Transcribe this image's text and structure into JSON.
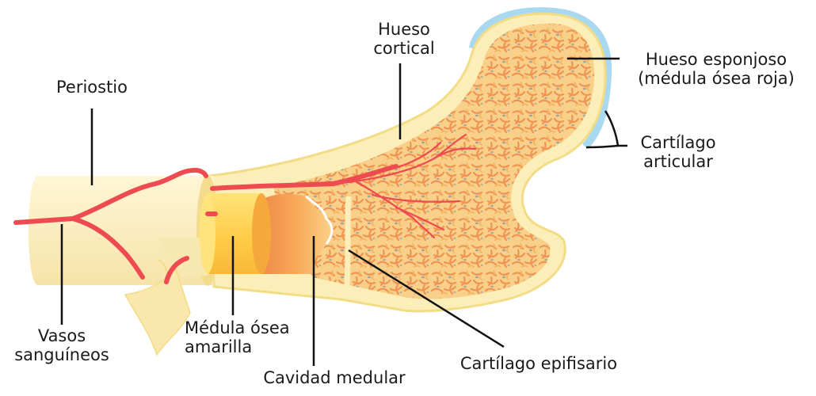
{
  "labels": {
    "periostio": "Periostio",
    "hueso_cortical": [
      "Hueso",
      "cortical"
    ],
    "hueso_esponjoso": [
      "Hueso esponjoso",
      "(médula ósea roja)"
    ],
    "cartilago_articular": [
      "Cartílago",
      "articular"
    ],
    "vasos_sanguineos": [
      "Vasos",
      "sanguíneos"
    ],
    "medula_amarilla": [
      "Médula ósea",
      "amarilla"
    ],
    "cavidad_medular": "Cavidad medular",
    "cartilago_epifisario": "Cartílago epifisario"
  },
  "colors": {
    "bone_outer": "#fbeeb8",
    "bone_outline": "#f3dc86",
    "periosteum": "#fdf1c8",
    "spongy_base": "#f8cf86",
    "spongy_trabecula": "#ef9a58",
    "spongy_gray": "#a8a49a",
    "marrow_yellow": "#ffd24a",
    "marrow_cavity": "#f6a550",
    "articular_cartilage": "#a9d9f0",
    "vessel_red": "#ee4b50",
    "leader_line": "#111111"
  }
}
